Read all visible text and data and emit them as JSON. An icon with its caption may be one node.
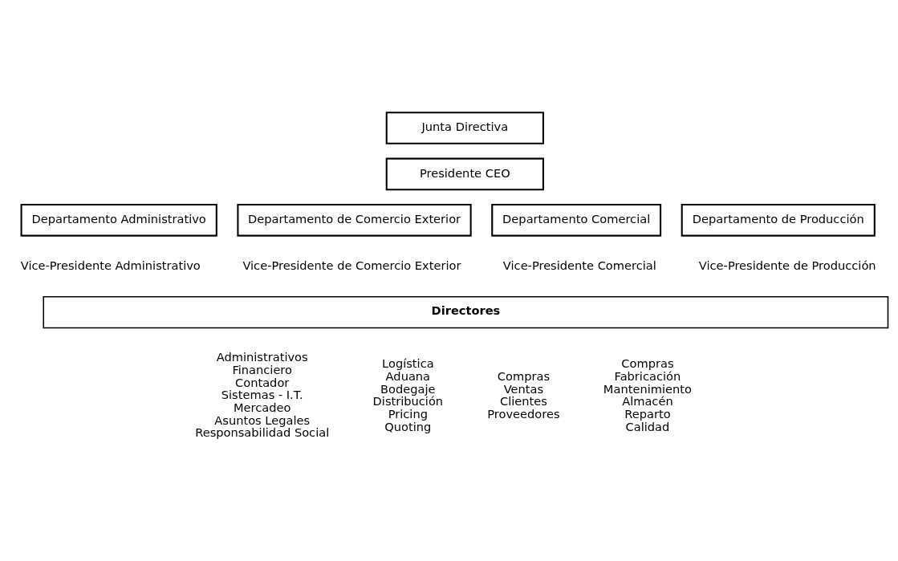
{
  "diagram": {
    "nodes": [
      {
        "text": [
          "Junta Directiva"
        ]
      },
      {
        "text": [
          "Presidente CEO"
        ]
      },
      {
        "text": [
          "Departamento Administrativo"
        ],
        "beside": [
          "Vice-Presidente Administrativo"
        ]
      },
      {
        "text": [
          "Departamento de Comercio Exterior"
        ],
        "beside": [
          "Vice-Presidente de Comercio Exterior"
        ]
      },
      {
        "text": [
          "Departamento Comercial"
        ],
        "beside": [
          "Vice-Presidente Comercial"
        ]
      },
      {
        "text": [
          "Departamento de Producción"
        ],
        "beside": [
          "Vice-Presidente de Producción"
        ]
      },
      {
        "text": [
          "Directores"
        ]
      }
    ],
    "labels": [
      "Administrativos",
      "Financiero",
      "Contador",
      "Sistemas - I.T.",
      "Mercadeo",
      "Asuntos Legales",
      "Responsabilidad Social",
      "Logística",
      "Aduana",
      "Bodegaje",
      "Distribución",
      "Pricing",
      "Quoting",
      "Compras",
      "Ventas",
      "Clientes",
      "Proveedores",
      "Compras",
      "Fabricación",
      "Mantenimiento",
      "Almacén",
      "Reparto",
      "Calidad"
    ]
  }
}
